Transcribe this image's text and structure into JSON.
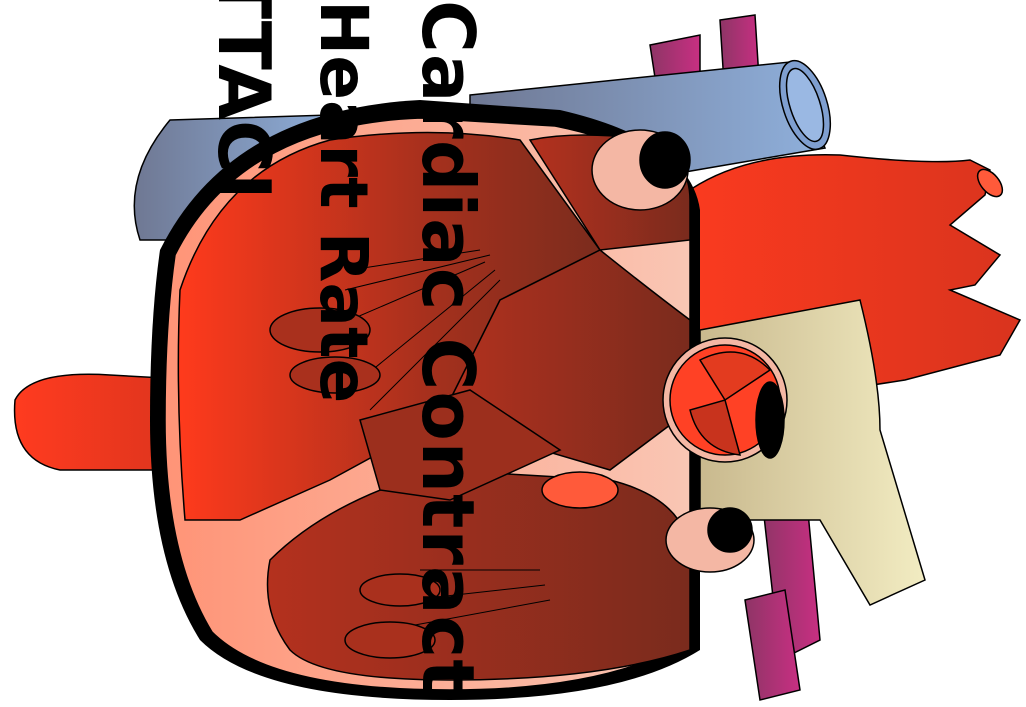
{
  "labels": {
    "line1": "Cardiac Contract",
    "line2": "Heart Rate",
    "line3": "TTACI"
  },
  "colors": {
    "vena_cava": "#7f8bb5",
    "aorta_red": "#e8301e",
    "chamber_dark": "#8b2e1c",
    "tissue_pink": "#f3b199",
    "pulmonary_tan": "#ece4b8",
    "vessel_magenta": "#b3306b"
  }
}
